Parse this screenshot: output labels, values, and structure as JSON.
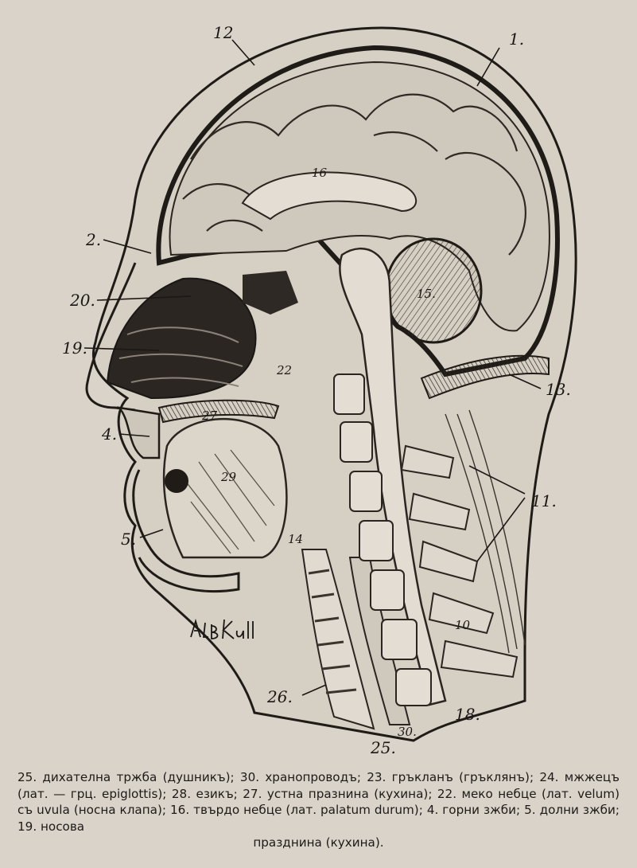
{
  "labels": {
    "l1": "1.",
    "l2": "2.",
    "l4": "4.",
    "l5": "5.",
    "l10": "10",
    "l11": "11.",
    "l12": "12",
    "l13": "13.",
    "l14": "14",
    "l15": "15.",
    "l16": "16",
    "l18": "18.",
    "l19": "19.",
    "l20": "20.",
    "l22": "22",
    "l25": "25.",
    "l26": "26.",
    "l27": "27",
    "l29": "29",
    "l30": "30."
  },
  "signature": "Alb.Kull.",
  "caption": {
    "line1": "25. дихателна тржба (душникъ); 30. хранопроводъ; 23. гръкланъ (гръклянъ); 24. мжжецъ (лат. — грц. epiglottis); 28. езикъ; 27. устна празнина (кухина); 22. меко небце (лат. velum) съ uvula (носна клапа); 16. твърдо небце (лат. palatum durum); 4. горни зжби; 5. долни зжби; 19. носова",
    "line2": "празднина (кухина)."
  }
}
